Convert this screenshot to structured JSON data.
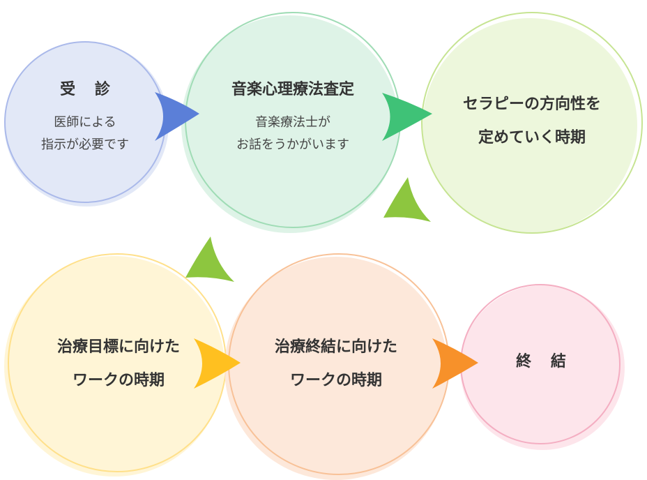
{
  "steps": [
    {
      "id": "consult",
      "title": "受 診",
      "lines": [
        "医師による",
        "指示が必要です"
      ],
      "fill": "#dde4f6",
      "stroke": "#aab9ea"
    },
    {
      "id": "assessment",
      "title": "音楽心理療法査定",
      "lines": [
        "音楽療法士が",
        "お話をうかがいます"
      ],
      "fill": "#d8f1e3",
      "stroke": "#9fdcb5"
    },
    {
      "id": "direction",
      "lines": [
        "セラピーの方向性を",
        "定めていく時期"
      ],
      "fill": "#eaf6d6",
      "stroke": "#c6e492"
    },
    {
      "id": "goal-work",
      "lines": [
        "治療目標に向けた",
        "ワークの時期"
      ],
      "fill": "#fff3cf",
      "stroke": "#ffe08a"
    },
    {
      "id": "end-work",
      "lines": [
        "治療終結に向けた",
        "ワークの時期"
      ],
      "fill": "#fde4d3",
      "stroke": "#f8c197"
    },
    {
      "id": "closing",
      "title": "終 結",
      "fill": "#fde0e8",
      "stroke": "#f4aec2"
    }
  ],
  "arrows": [
    {
      "id": "consult-to-assessment",
      "color": "#5b7fd8"
    },
    {
      "id": "assessment-to-direction",
      "color": "#3fc277"
    },
    {
      "id": "direction-to-goal-upper",
      "color": "#8dc63f"
    },
    {
      "id": "direction-to-goal-lower",
      "color": "#8dc63f"
    },
    {
      "id": "goal-to-end",
      "color": "#ffc020"
    },
    {
      "id": "end-to-closing",
      "color": "#f7912a"
    }
  ]
}
